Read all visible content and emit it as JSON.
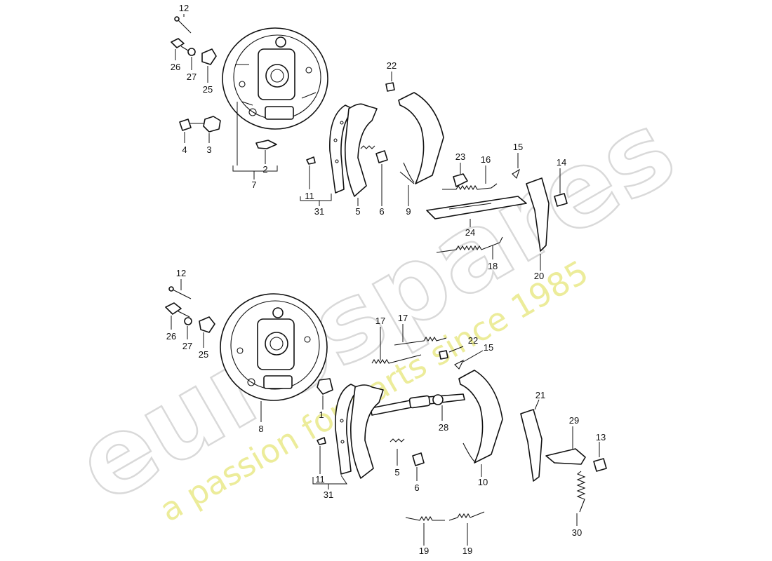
{
  "watermark": {
    "brand": "eurospares",
    "tagline": "a passion for parts since 1985",
    "brand_color": "#d9d9d9",
    "tagline_color": "#ecec9a"
  },
  "upper": {
    "labels": {
      "p12": "12",
      "p26": "26",
      "p27": "27",
      "p25": "25",
      "p4": "4",
      "p3": "3",
      "p2": "2",
      "p7": "7",
      "p11": "11",
      "p31": "31",
      "p5": "5",
      "p6": "6",
      "p22": "22",
      "p9": "9",
      "p23": "23",
      "p16": "16",
      "p15": "15",
      "p14": "14",
      "p24": "24",
      "p18": "18",
      "p20": "20"
    }
  },
  "lower": {
    "labels": {
      "p12": "12",
      "p26": "26",
      "p27": "27",
      "p25": "25",
      "p8": "8",
      "p1": "1",
      "p17a": "17",
      "p17b": "17",
      "p22": "22",
      "p15": "15",
      "p28": "28",
      "p10": "10",
      "p21": "21",
      "p29": "29",
      "p13": "13",
      "p5": "5",
      "p6": "6",
      "p11": "11",
      "p31": "31",
      "p19a": "19",
      "p19b": "19",
      "p30": "30"
    }
  }
}
